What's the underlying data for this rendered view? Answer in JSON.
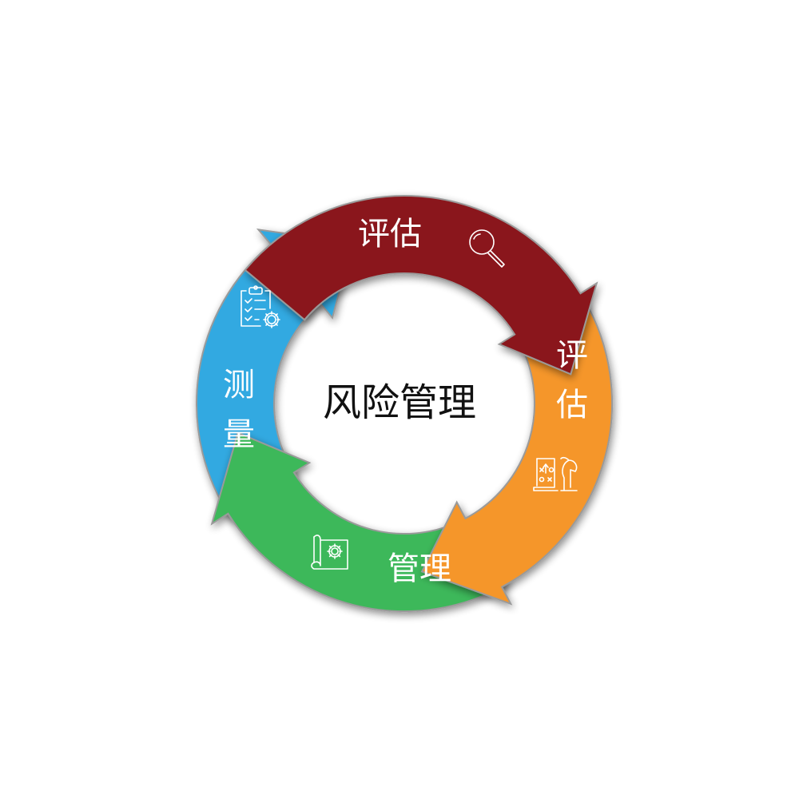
{
  "diagram": {
    "center_title": "风险管理",
    "segments": [
      {
        "id": "top",
        "label": "评估",
        "color": "#8A171D",
        "icon": "magnifier-icon"
      },
      {
        "id": "right",
        "label_line1": "评",
        "label_line2": "估",
        "color": "#F5962B",
        "icon": "strategy-chess-icon"
      },
      {
        "id": "bottom",
        "label": "管理",
        "color": "#3CB85A",
        "icon": "blueprint-gear-icon"
      },
      {
        "id": "left",
        "label_line1": "测",
        "label_line2": "量",
        "color": "#32A9E1",
        "icon": "checklist-gear-icon"
      }
    ]
  }
}
